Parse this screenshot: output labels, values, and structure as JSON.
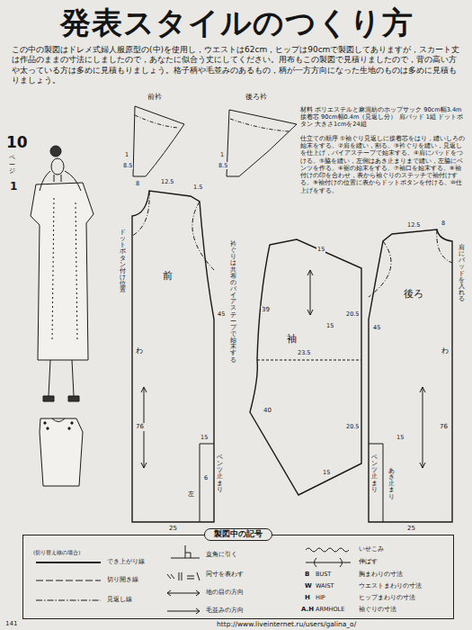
{
  "diagram": {
    "title": "発表スタイルのつくり方",
    "nodes": [
      {
        "text": [
          "製図中の記号"
        ]
      }
    ],
    "labels": [
      "この中の製図はドレメ式婦人服原型の(中)を使用し，ウエストは62cm，ヒップは90cmで製図してありますが，スカート丈は作品のままの寸法にしましたので，あなたに似合う丈にしてください。用布もこの製図で見積りましたので，背の高い方や太っている方は多めに見積もりましょう。格子柄や毛並みのあるもの，柄が一方方向になった生地のものは多めに見積もりましょう。",
      "10",
      "ページ",
      "1",
      "材料 ポリエステルと麻混紡のホップサック 90cm幅3.4m 接着芯 90cm幅0.4m（見返し分） 肩パッド 1組 ドットボタン 大きさ1cmを24組",
      "仕立ての順序 ①袖ぐり見返しに接着芯をはり，縫いしろの始末をする。②肩を縫い，割る。③衿ぐりを縫い，見返しを仕上げ，バイアステープで始末する。④肩にパッドをつける。⑤脇を縫い，左側はあき止まりまで縫い，左脇にベンツを作る。⑥裾の始末をする。⑦袖口を始末する。⑧袖付けの印を合わせ，表から袖ぐりのステッチで袖付けする。⑨袖付けの位置に表からドットボタンを付ける。⑩仕上げをする。",
      "前衿",
      "1",
      "8.5",
      "後ろ衿",
      "1",
      "8.5",
      "8",
      "12.5",
      "1.5",
      "ドットボタン付け位置",
      "前",
      "衿ぐりは共布のバイアステープで始末する",
      "45",
      "わ",
      "76",
      "15",
      "6",
      "左",
      "ベンツ止まり",
      "25",
      "15",
      "39",
      "袖",
      "15",
      "23.5",
      "20.5",
      "40",
      "20.5",
      "15",
      "8",
      "12.5",
      "肩にパッドを入れる",
      "後ろ",
      "45",
      "わ",
      "76",
      "15",
      "あき止まり",
      "ベンツ止まり",
      "25",
      "(切り替え線の場合)",
      "B",
      "BUST",
      "胸まわりの寸法",
      "W",
      "WAIST",
      "ウエストまわりの寸法",
      "H",
      "HIP",
      "ヒップまわりの寸法",
      "A.H",
      "ARMHOLE",
      "袖ぐりの寸法",
      "141",
      "http://www.liveinternet.ru/users/galina_o/"
    ],
    "legend": [
      {
        "text": "でき上がり線"
      },
      {
        "text": "切り開き線"
      },
      {
        "text": "見返し線"
      },
      {
        "text": "直角に引く"
      },
      {
        "text": "同寸を表わす"
      },
      {
        "text": "地の目の方向"
      },
      {
        "text": "毛並みの方向"
      },
      {
        "text": "いせこみ"
      },
      {
        "text": "伸ばす"
      }
    ]
  }
}
